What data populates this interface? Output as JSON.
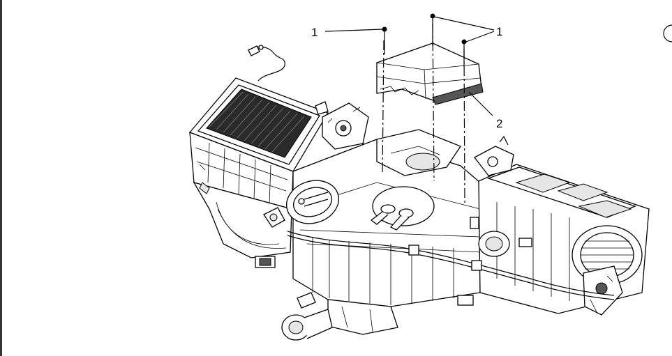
{
  "callouts": {
    "label_1_left": "1",
    "label_1_right": "1",
    "label_2": "2"
  },
  "colors": {
    "line": "#000000",
    "background": "#ffffff",
    "left_border": "#333333"
  }
}
